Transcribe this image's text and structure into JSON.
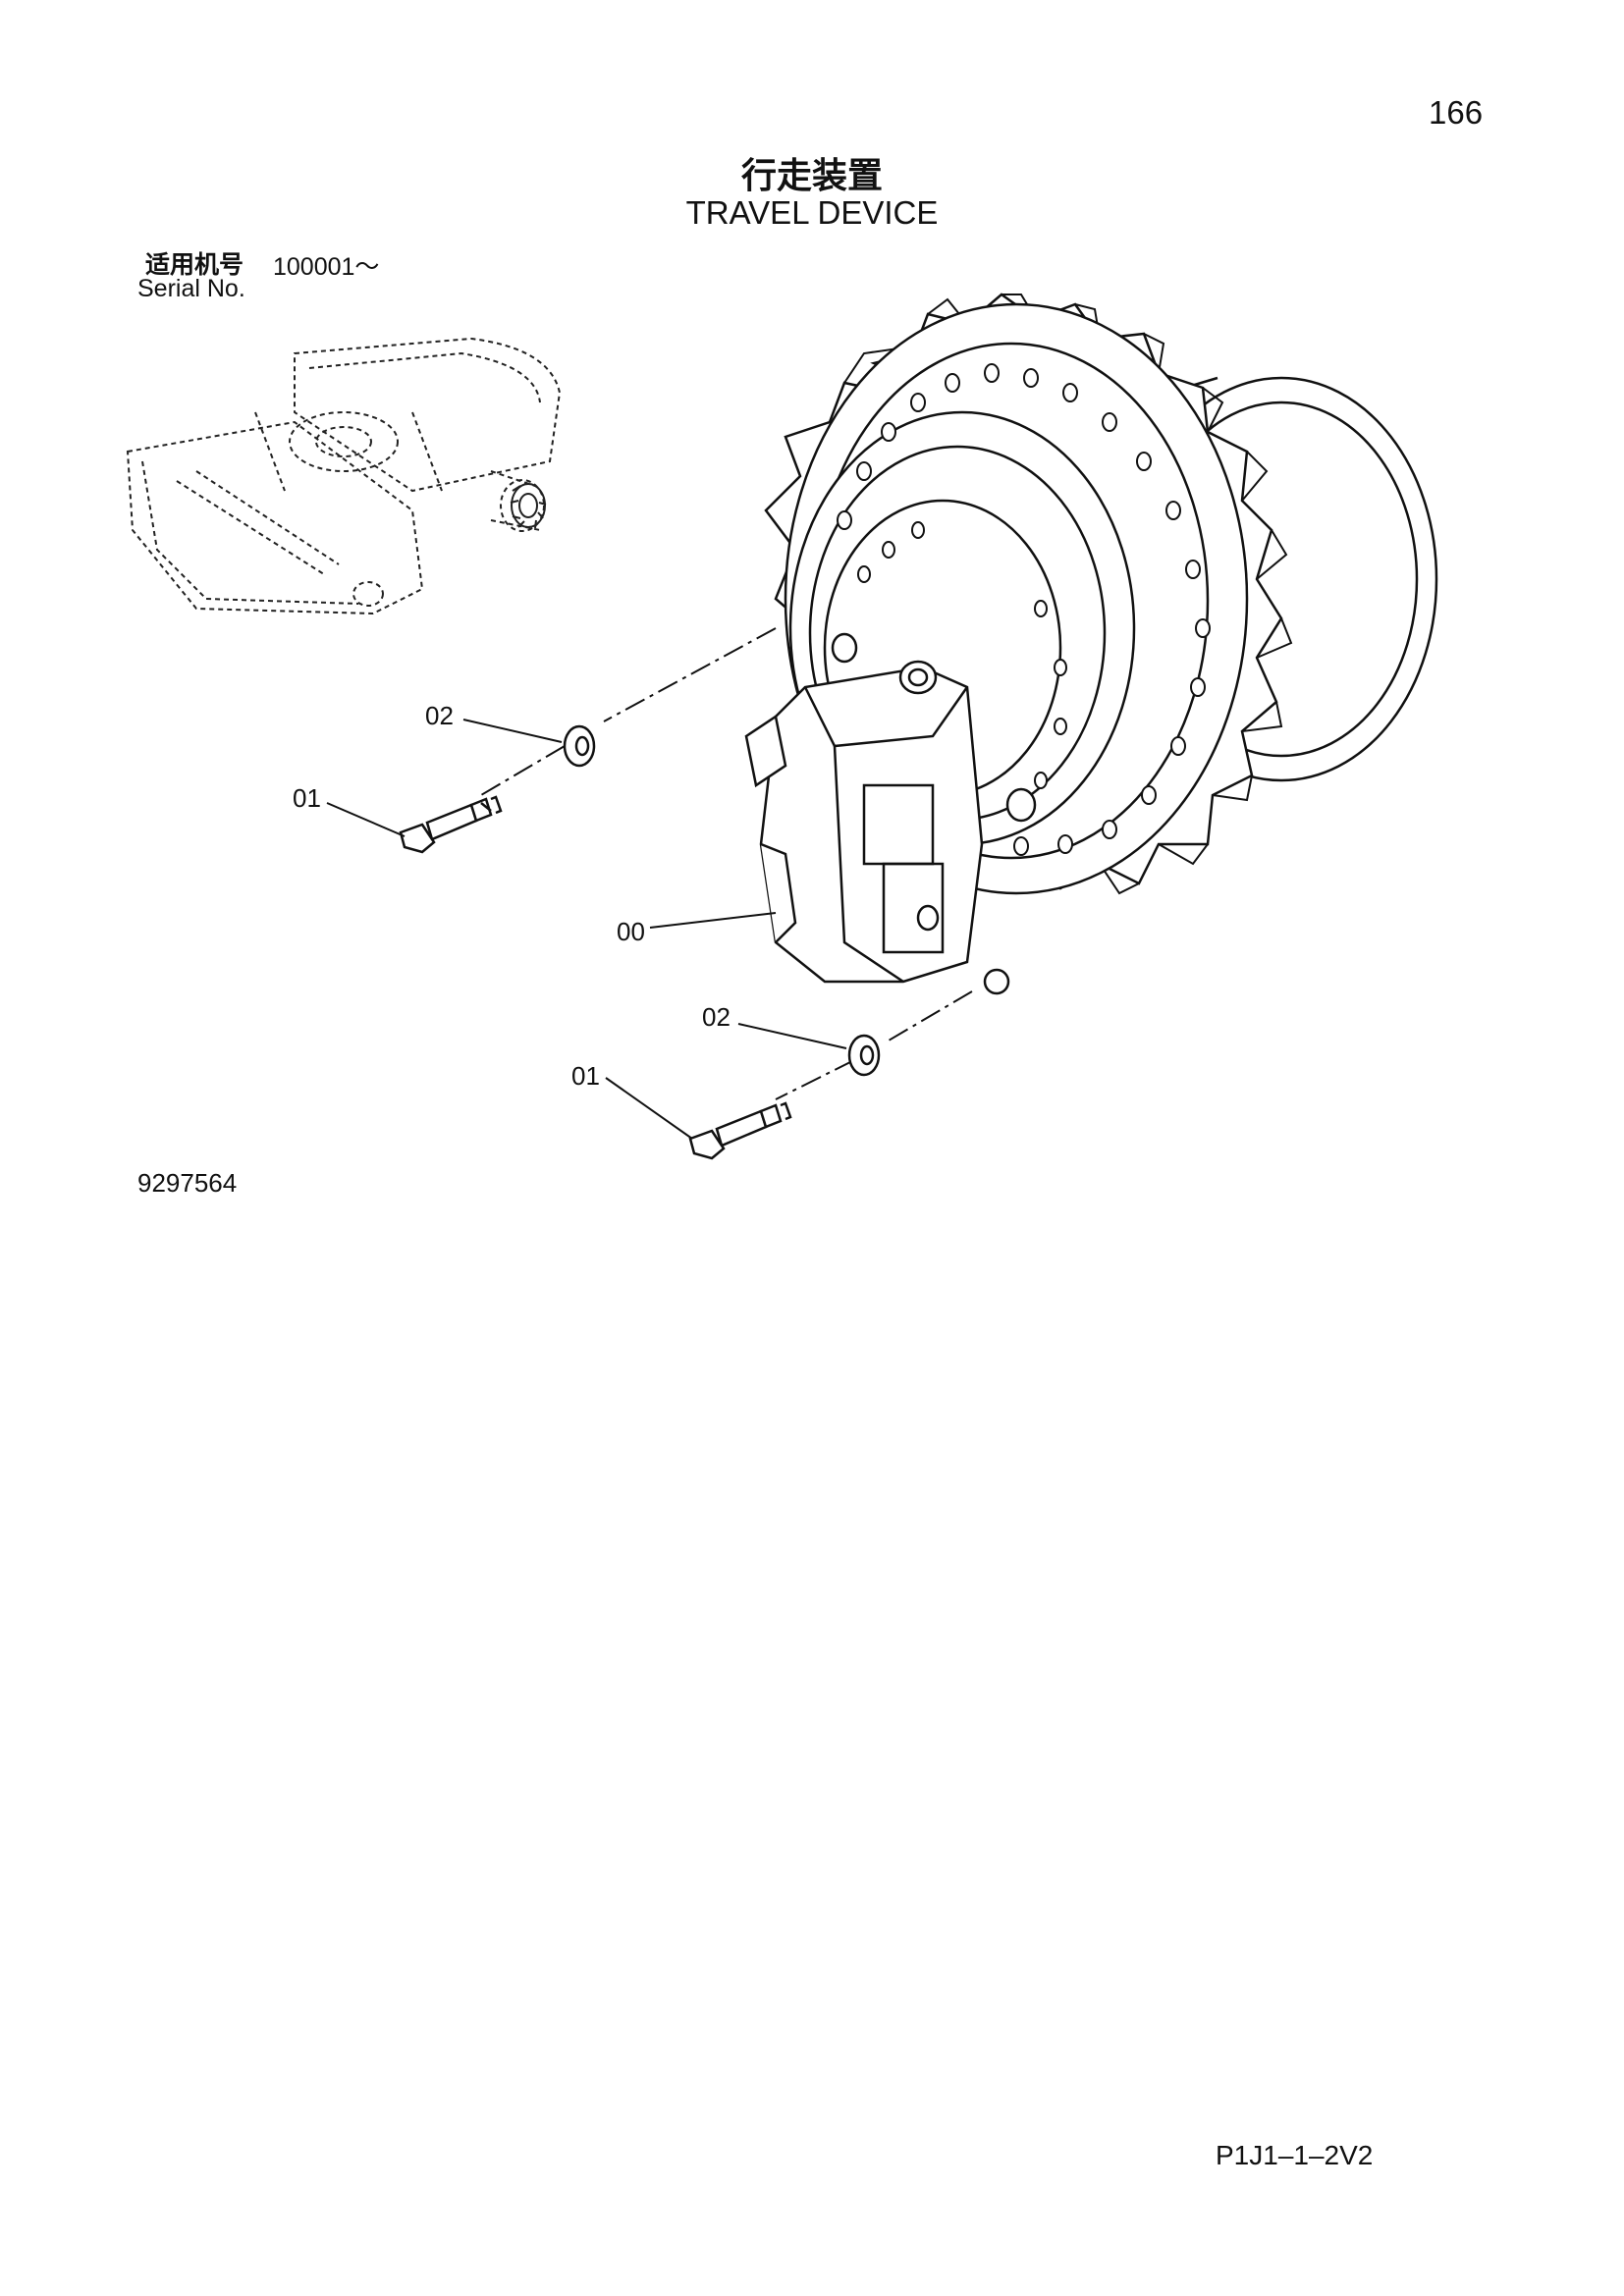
{
  "page": {
    "number": "166",
    "title_cn": "行走装置",
    "title_en": "TRAVEL DEVICE",
    "serial_label_cn": "适用机号",
    "serial_range": "100001～",
    "serial_label_en": "Serial No.",
    "drawing_number": "9297564",
    "page_code": "P1J1–1–2V2"
  },
  "callouts": {
    "c1": "02",
    "c2": "01",
    "c3": "00",
    "c4": "02",
    "c5": "01"
  }
}
